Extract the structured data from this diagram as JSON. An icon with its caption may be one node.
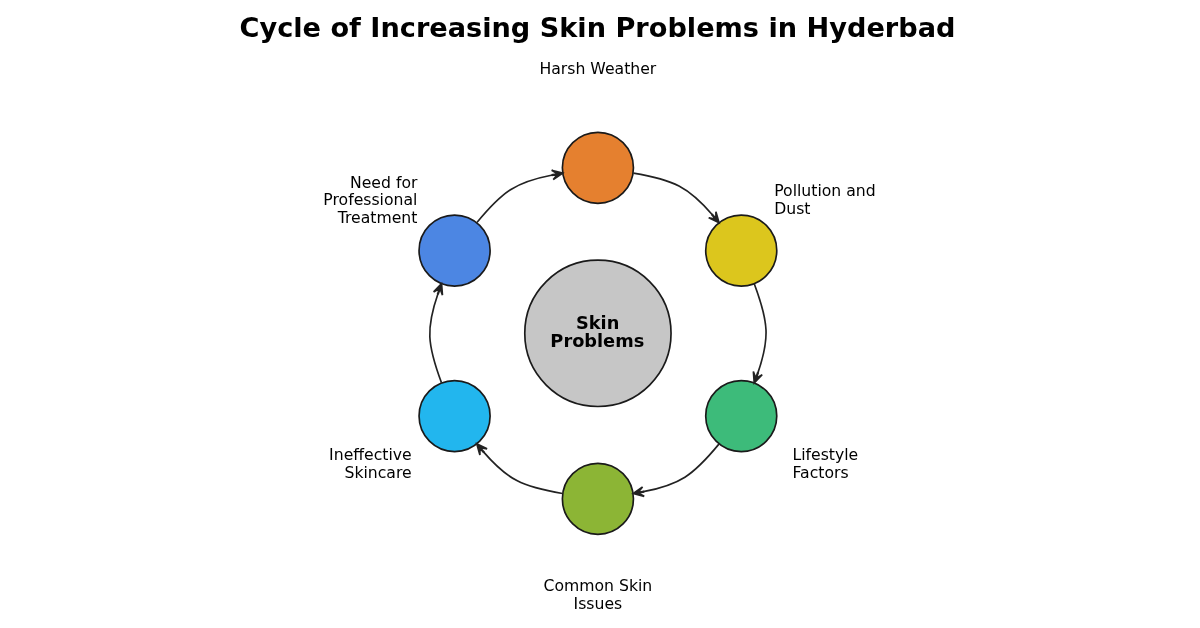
{
  "diagram": {
    "title": "Cycle of Increasing Skin Problems in Hyderbad",
    "nodes": [
      {
        "text": [],
        "shape": "circle",
        "beside": [
          "Harsh Weather"
        ]
      },
      {
        "text": [],
        "shape": "circle",
        "beside": [
          "Need for Professional Treatment"
        ]
      },
      {
        "text": [],
        "shape": "circle",
        "beside": [
          "Pollution and Dust"
        ]
      },
      {
        "text": [
          "Skin Problems"
        ]
      },
      {
        "text": [],
        "shape": "circle",
        "beside": [
          "Ineffective Skincare"
        ]
      },
      {
        "text": [],
        "shape": "circle",
        "beside": [
          "Lifestyle Factors"
        ]
      },
      {
        "text": [],
        "shape": "circle",
        "beside": [
          "Common Skin Issues"
        ]
      }
    ],
    "edges": [
      {
        "from": 0,
        "to": 2,
        "arrow": "to"
      },
      {
        "from": 2,
        "to": 5,
        "arrow": "to"
      },
      {
        "from": 5,
        "to": 6,
        "arrow": "to"
      },
      {
        "from": 6,
        "to": 4,
        "arrow": "to"
      },
      {
        "from": 4,
        "to": 1,
        "arrow": "to"
      },
      {
        "from": 1,
        "to": 0,
        "arrow": "to"
      }
    ]
  }
}
